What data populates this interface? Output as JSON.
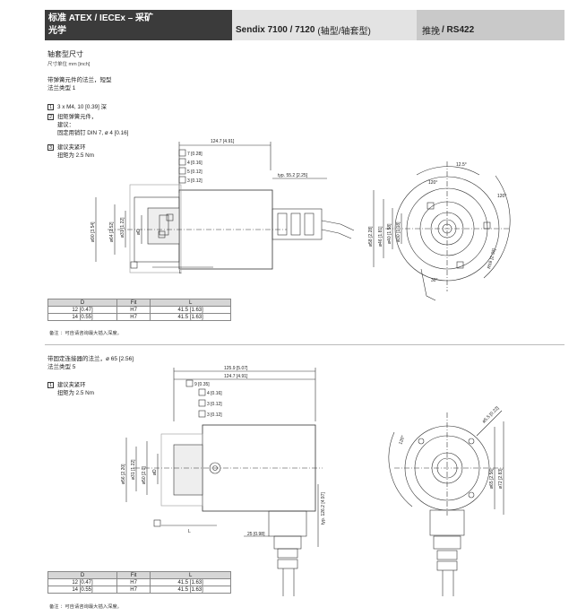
{
  "header": {
    "title_line1": "标准 ATEX / IECEx – 采矿",
    "title_line2": "光学",
    "product_bold": "Sendix 7100 / 7120",
    "product_light": "(轴型/轴套型)",
    "interface_light": "推挽",
    "interface_bold": "/ RS422"
  },
  "section1": {
    "title": "轴套型尺寸",
    "unit_note": "尺寸单位  mm [inch]",
    "flange_line1": "带弹簧元件的法兰，短型",
    "flange_line2": "法兰类型 1",
    "notes": [
      {
        "num": "1",
        "text": "3 x M4, 10 [0.39] 深"
      },
      {
        "num": "2",
        "text": "扭矩弹簧元件，"
      },
      {
        "num": "",
        "text": "建议："
      },
      {
        "num": "",
        "text": "固定用销钉 DIN 7, ø 4 [0.16]"
      },
      {
        "num": "3",
        "text": "建议夹紧环"
      },
      {
        "num": "",
        "text": "扭矩为 2.5 Nm"
      }
    ],
    "dims": {
      "overall_len": "124.7 [4.91]",
      "d1": "7 [0.28]",
      "d2": "4 [0.16]",
      "d3": "5 [0.12]",
      "d4": "3 [0.12]",
      "typ": "typ. 55.2 [2.25]",
      "phi_left": [
        "ø90 [3.54]",
        "ø64 [2.52]",
        "ø31 [1.22]",
        "øD"
      ],
      "phi_right": [
        "ø58 [2.28]",
        "ø46 [1.81]",
        "ø40 [1.58]",
        "ø30 [1.18]"
      ],
      "angle1": "12.5°",
      "angle2": "120°",
      "angle3": "120°",
      "angle4": "30°",
      "radius": "R59 [2.32]",
      "len_L": "L"
    },
    "table": {
      "headers": [
        "D",
        "Fit",
        "L"
      ],
      "rows": [
        [
          "12 [0.47]",
          "H7",
          "41.5 [1.63]"
        ],
        [
          "14 [0.55]",
          "H7",
          "41.5 [1.63]"
        ]
      ],
      "note": "备注 ：可自请咨询最大插入深度。"
    }
  },
  "section2": {
    "flange_line1": "带固定连接器的法兰，ø 65 [2.56]",
    "flange_line2": "法兰类型 5",
    "notes": [
      {
        "num": "1",
        "text": "建议夹紧环"
      },
      {
        "num": "",
        "text": "扭矩为 2.5 Nm"
      }
    ],
    "dims": {
      "overall_len_a": "125.9 [5.07]",
      "overall_len_b": "124.7 [4.91]",
      "d1": "9 [0.35]",
      "d2": "4 [0.16]",
      "d3": "3 [0.12]",
      "d4": "3 [0.12]",
      "phi_left": [
        "ø56 [2.20]",
        "ø31 [1.22]",
        "ø50 [2.0]",
        "øD"
      ],
      "typ": "typ. 126.2 [4.97]",
      "side": "25 [0.98]",
      "phi_right": [
        "ø65 [2.56]",
        "ø72 [2.83]"
      ],
      "angle1": "120°",
      "hole": "ø5.5 [0.22]",
      "len_L": "L"
    },
    "table": {
      "headers": [
        "D",
        "Fit",
        "L"
      ],
      "rows": [
        [
          "12 [0.47]",
          "H7",
          "41.5 [1.63]"
        ],
        [
          "14 [0.55]",
          "H7",
          "41.5 [1.63]"
        ]
      ],
      "note": "备注 ：可自请咨询最大插入深度。"
    }
  }
}
